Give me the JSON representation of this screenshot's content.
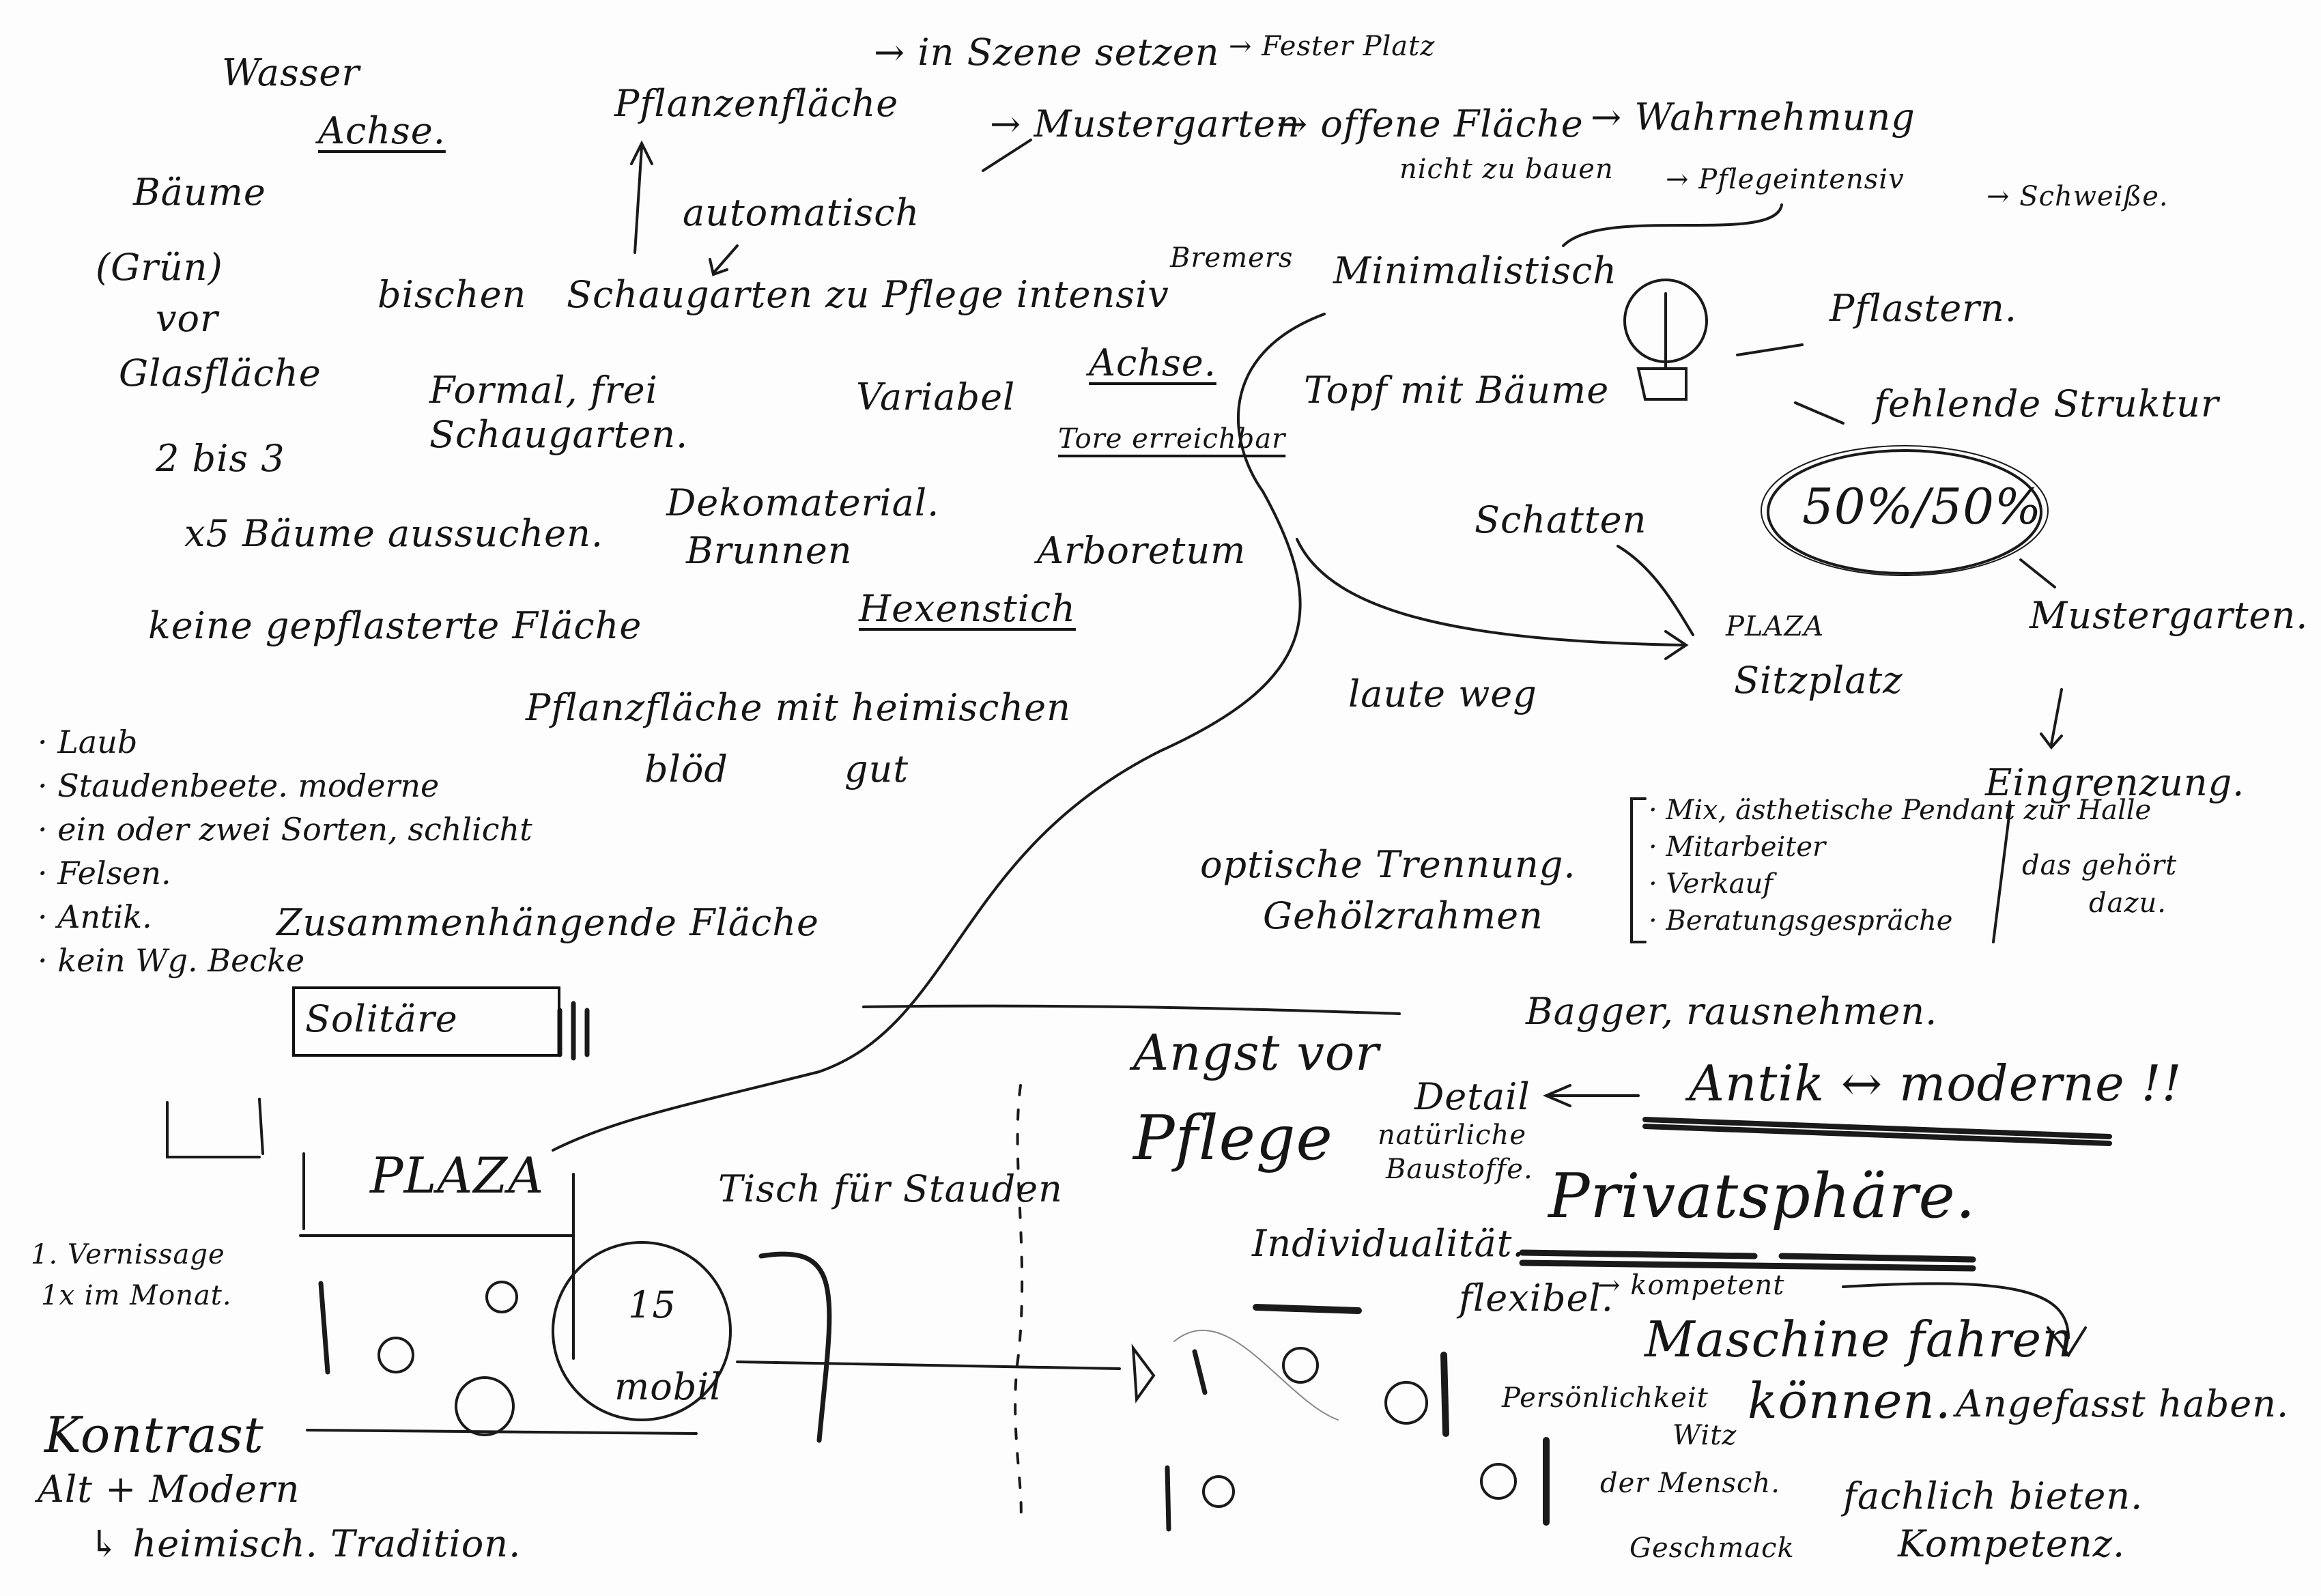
{
  "top": {
    "wasser": "Wasser",
    "achse": "Achse.",
    "pflanzenflaeche": "Pflanzenfläche",
    "in_szene": "→ in Szene setzen",
    "fester_platz": "→ Fester Platz",
    "automatisch": "automatisch",
    "mustergarten": "→ Mustergarten",
    "offene_flaeche": "→ offene Fläche",
    "wahrnehmung": "→ Wahrnehmung",
    "nicht_zu_bauen": "nicht zu bauen",
    "pflegeintensiv": "→ Pflegeintensiv",
    "schweisse": "→ Schweiße."
  },
  "left": {
    "baeume": "Bäume",
    "gruen": "(Grün)",
    "vor": "vor",
    "glasflaeche": "Glasfläche",
    "zwei_bis_drei": "2 bis 3",
    "x5": "x5 Bäume aussuchen.",
    "keine": "keine gepflasterte Fläche",
    "items": [
      "· Laub",
      "· Staudenbeete. moderne",
      "· ein oder zwei Sorten, schlicht",
      "· Felsen.",
      "· Antik.",
      "· kein Wg. Becke"
    ],
    "zusammen": "Zusammenhängende Fläche",
    "solitaere": "Solitäre"
  },
  "middle": {
    "bischen": "bischen",
    "schaugarten": "Schaugarten zu Pflege intensiv",
    "bremers": "Bremers",
    "formal": "Formal, frei",
    "formal2": "Schaugarten.",
    "variabel": "Variabel",
    "achse2": "Achse.",
    "tore": "Tore erreichbar",
    "deko": "Dekomaterial.",
    "brunnen": "Brunnen",
    "arboretum": "Arboretum",
    "hexenstich": "Hexenstich",
    "pflanzflaeche": "Pflanzfläche mit heimischen",
    "bloed": "blöd",
    "gut": "gut"
  },
  "right": {
    "minimalistisch": "Minimalistisch",
    "topf": "Topf mit Bäume",
    "pflastern": "Pflastern.",
    "fehlende": "fehlende Struktur",
    "fifty": "50%/50%",
    "schatten": "Schatten",
    "plaza": "PLAZA",
    "sitzplatz": "Sitzplatz",
    "mustergarten2": "Mustergarten.",
    "laute": "laute weg",
    "eingrenzung": "Eingrenzung.",
    "bracket": [
      "· Mix, ästhetische Pendant zur Halle",
      "· Mitarbeiter",
      "· Verkauf",
      "· Beratungsgespräche"
    ],
    "gehoert": "das gehört",
    "dazu": "dazu.",
    "optische": "optische Trennung.",
    "gehoelz": "Gehölzrahmen"
  },
  "bottom": {
    "plaza": "PLAZA",
    "tisch": "Tisch für Stauden",
    "vernissage": "1. Vernissage",
    "monat": "1x im Monat.",
    "fuenfzehn": "15",
    "mobil": "mobil",
    "kontrast": "Kontrast",
    "alt_modern": "Alt + Modern",
    "heimisch": "↳ heimisch. Tradition.",
    "bagger": "Bagger, rausnehmen.",
    "angst": "Angst vor",
    "pflege": "Pflege",
    "detail": "Detail",
    "natuerliche": "natürliche",
    "baustoffe": "Baustoffe.",
    "antik_moderne": "Antik ↔ moderne !!",
    "privat": "Privatsphäre.",
    "individualitaet": "Individualität.",
    "flexibel": "flexibel.",
    "kompetent": "→ kompetent",
    "maschine": "Maschine fahren",
    "koennen": "können.",
    "angefasst": "Angefasst haben.",
    "persoenlichkeit": "Persönlichkeit",
    "witz": "Witz",
    "mensch": "der Mensch.",
    "geschmack": "Geschmack",
    "fachlich": "fachlich bieten.",
    "kompetenz": "Kompetenz."
  }
}
